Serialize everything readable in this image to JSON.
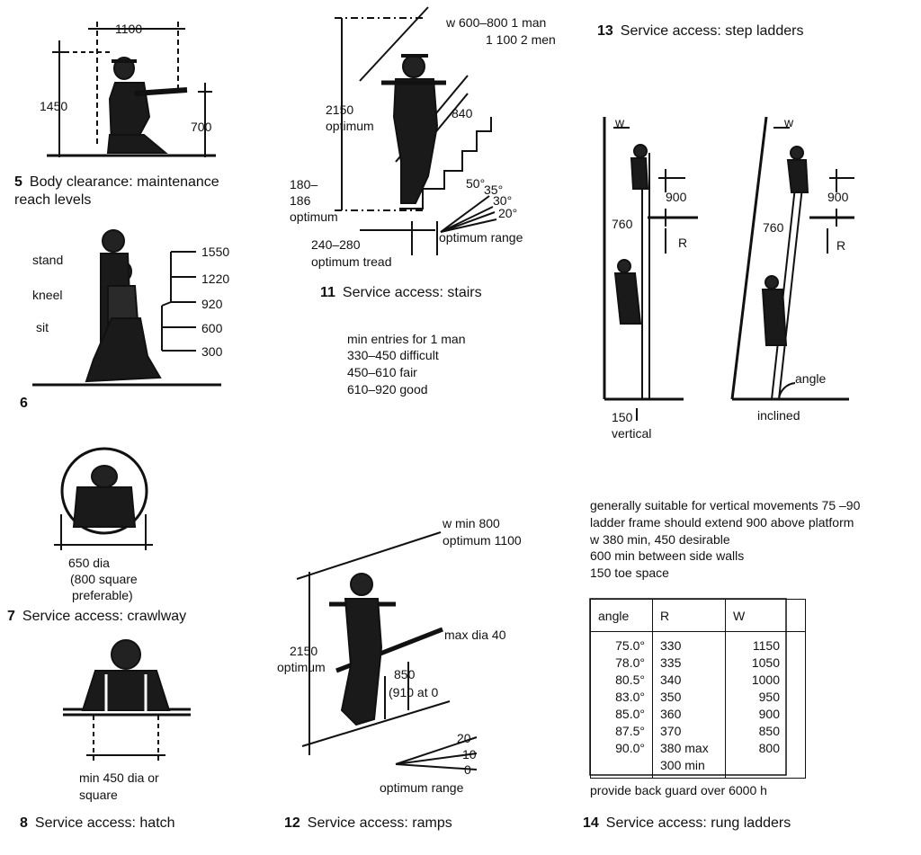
{
  "fig5": {
    "number": "5",
    "caption_line1": "Body clearance:  maintenance",
    "caption_line2": "reach levels",
    "dim_width": "1100",
    "dim_height": "1450",
    "dim_reach": "700"
  },
  "fig6": {
    "number": "6",
    "labels": {
      "stand": "stand",
      "kneel": "kneel",
      "sit": "sit"
    },
    "levels": [
      "1550",
      "1220",
      "920",
      "600",
      "300"
    ]
  },
  "fig7": {
    "number": "7",
    "caption": "Service access:  crawlway",
    "dim_line1": "650 dia",
    "dim_line2": "(800 square",
    "dim_line3": "preferable)"
  },
  "fig8": {
    "number": "8",
    "caption": "Service access:  hatch",
    "dim_line1": "min 450 dia or",
    "dim_line2": "square"
  },
  "fig11": {
    "number": "11",
    "caption": "Service access:  stairs",
    "width_line1": "w 600–800 1 man",
    "width_line2": "1 100 2 men",
    "height_value": "2150",
    "height_label": "optimum",
    "riser_depth": "840",
    "riser_line1": "180–",
    "riser_line2": "186",
    "riser_line3": "optimum",
    "tread_line1": "240–280",
    "tread_line2": "optimum tread",
    "angles": [
      "50°",
      "35°",
      "30°",
      "20°"
    ],
    "range_label": "optimum range",
    "entries_title": "min entries for 1 man",
    "entries": [
      "330–450 difficult",
      "450–610 fair",
      "610–920 good"
    ]
  },
  "fig12": {
    "number": "12",
    "caption": "Service access:  ramps",
    "width_line1": "w min 800",
    "width_line2": "optimum 1100",
    "handrail": "max dia 40",
    "height_value": "2150",
    "height_label": "optimum",
    "rail_height_line1": "850",
    "rail_height_line2": "(910 at 0",
    "angles": [
      "20",
      "10",
      "0"
    ],
    "range_label": "optimum range"
  },
  "fig13": {
    "number": "13",
    "caption": "Service access:  step ladders",
    "w_label": "w",
    "dim_900": "900",
    "dim_760": "760",
    "r_label": "R",
    "toe": "150",
    "vertical_label": "vertical",
    "inclined_label": "inclined",
    "angle_label": "angle"
  },
  "fig14": {
    "number": "14",
    "caption": "Service access:  rung ladders",
    "notes": [
      "generally suitable for vertical movements 75 –90",
      "ladder frame should extend 900 above platform",
      "w  380 min, 450 desirable",
      "600 min between side walls",
      "150 toe space"
    ],
    "table": {
      "headers": [
        "angle",
        "R",
        "W"
      ],
      "angle_values": [
        "75.0°",
        "78.0°",
        "80.5°",
        "83.0°",
        "85.0°",
        "87.5°",
        "90.0°"
      ],
      "r_values": [
        "330",
        "335",
        "340",
        "350",
        "360",
        "370",
        "380 max",
        "300 min"
      ],
      "w_values": [
        "1150",
        "1050",
        "1000",
        "950",
        "900",
        "850",
        "800"
      ]
    },
    "footnote": "provide back guard over 6000 h"
  }
}
